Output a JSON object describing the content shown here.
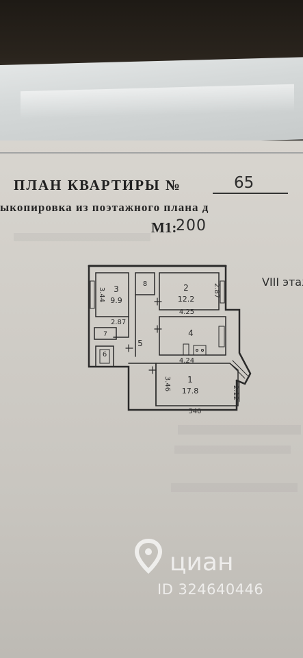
{
  "document": {
    "title": "ПЛАН КВАРТИРЫ №",
    "apartment_number": "65",
    "subtitle": "ыкопировка из поэтажного плана д",
    "scale_label": "М1:",
    "scale_value": "200",
    "floor": "VIII этаж"
  },
  "rooms": [
    {
      "number": "1",
      "area": "17.8"
    },
    {
      "number": "2",
      "area": "12.2"
    },
    {
      "number": "3",
      "area": "9.9"
    },
    {
      "number": "4",
      "area": ""
    },
    {
      "number": "5",
      "area": ""
    },
    {
      "number": "6",
      "area": ""
    },
    {
      "number": "7",
      "area": ""
    },
    {
      "number": "8",
      "area": ""
    }
  ],
  "dimensions": {
    "room1_width": "540",
    "room1_height": "3.46",
    "room1_side": "2.12",
    "room2_width": "4.25",
    "room2_height": "2.87",
    "room3_width": "2.87",
    "room3_height": "3.44",
    "room4_width": "4.24"
  },
  "watermark": {
    "brand": "циан",
    "id": "ID 324640446",
    "icon": "location-pin-icon"
  },
  "colors": {
    "paper": "#d0cdc7",
    "ink": "#2a2a2a",
    "watermark": "#ffffff"
  }
}
